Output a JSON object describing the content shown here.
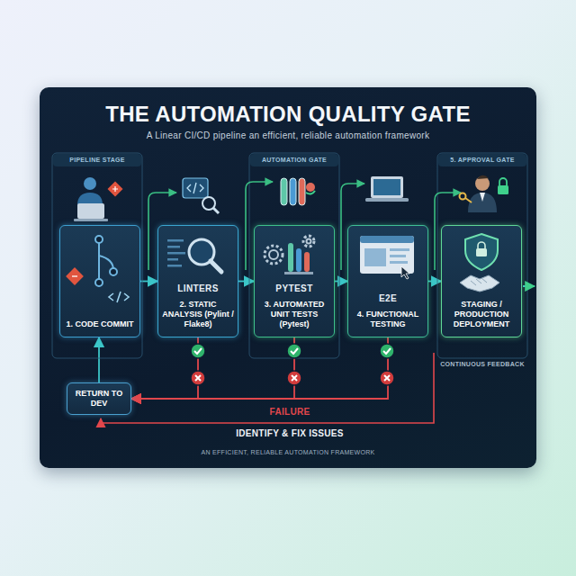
{
  "diagram": {
    "title": "THE AUTOMATION QUALITY GATE",
    "nodes": [
      {
        "text": [
          "1. CODE COMMIT"
        ]
      },
      {
        "text": [
          "LINTERS",
          "2. STATIC ANALYSIS (Pylint / Flake8)"
        ]
      },
      {
        "text": [
          "PYTEST",
          "3. AUTOMATED UNIT TESTS (Pytest)"
        ]
      },
      {
        "text": [
          "E2E",
          "4. FUNCTIONAL TESTING"
        ]
      },
      {
        "text": [
          "STAGING / PRODUCTION DEPLOYMENT"
        ]
      },
      {
        "text": [
          "RETURN TO DEV"
        ]
      }
    ],
    "edges": [
      {
        "from": 0,
        "to": 1,
        "arrow": "to"
      },
      {
        "from": 1,
        "to": 2,
        "arrow": "to"
      },
      {
        "from": 2,
        "to": 3,
        "arrow": "to"
      },
      {
        "from": 3,
        "to": 4,
        "arrow": "to"
      },
      {
        "from": 1,
        "to": 5,
        "arrow": "to"
      },
      {
        "from": 2,
        "to": 5,
        "arrow": "to"
      },
      {
        "from": 3,
        "to": 5,
        "arrow": "to"
      },
      {
        "from": 5,
        "to": 0,
        "arrow": "to"
      }
    ],
    "labels": [
      "A Linear CI/CD pipeline an efficient, reliable automation framework",
      "PIPELINE STAGE",
      "AUTOMATION GATE",
      "5. APPROVAL GATE",
      "CONTINUOUS FEEDBACK",
      "FAILURE",
      "IDENTIFY & FIX ISSUES",
      "AN EFFICIENT, RELIABLE AUTOMATION FRAMEWORK"
    ]
  }
}
